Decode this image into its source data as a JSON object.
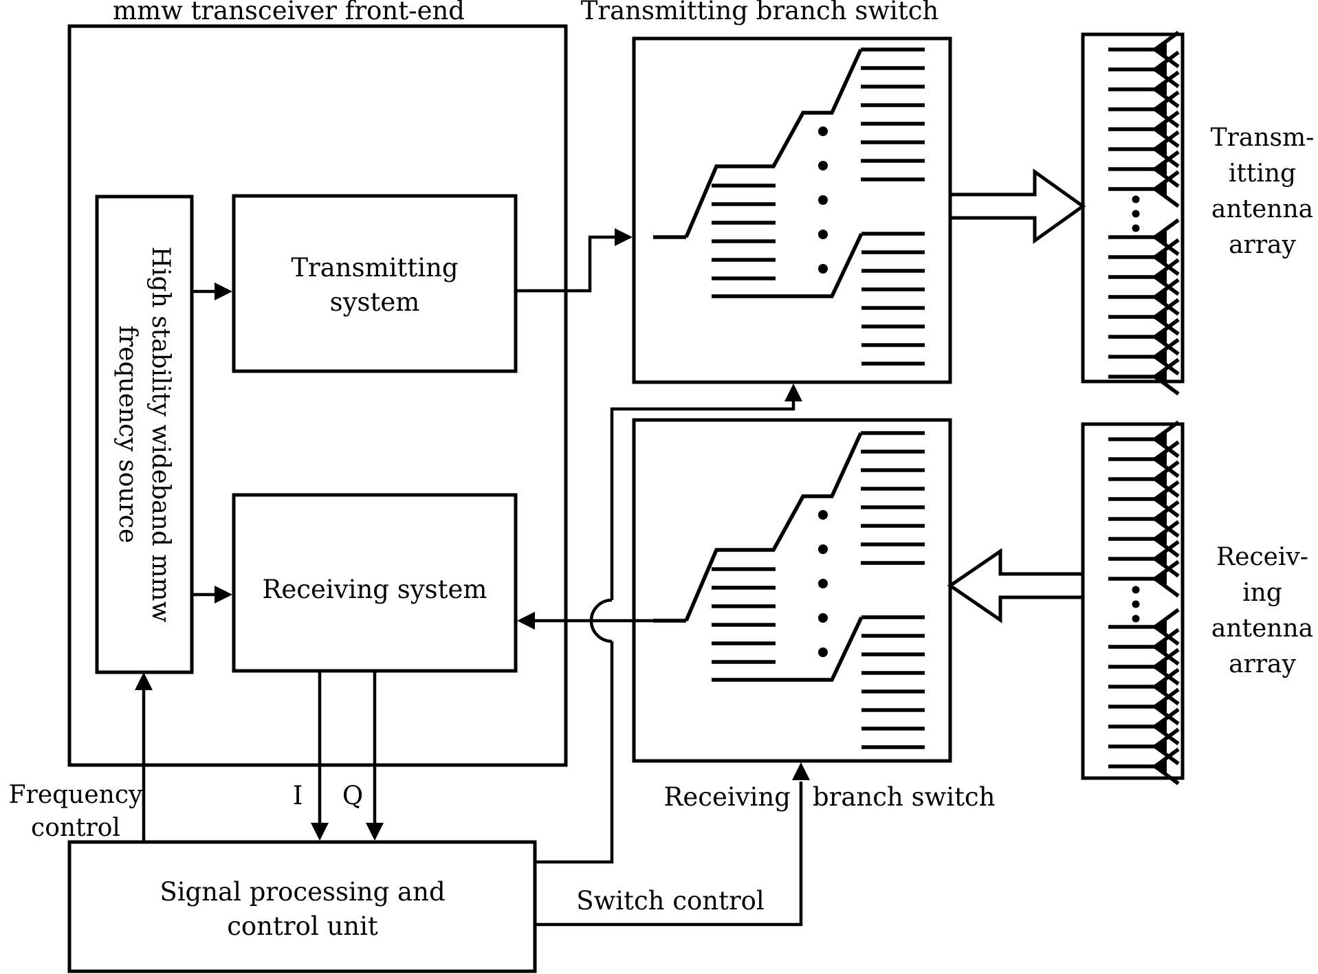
{
  "titles": {
    "front_end": "mmw transceiver front-end",
    "tx_branch_switch": "Transmitting branch switch",
    "rx_branch_switch_part1": "Receiving",
    "rx_branch_switch_part2": "branch switch"
  },
  "blocks": {
    "freq_source": {
      "line1": "High stability wideband mmw",
      "line2": "frequency source"
    },
    "tx_system": {
      "line1": "Transmitting",
      "line2": "system"
    },
    "rx_system": {
      "label": "Receiving system"
    },
    "signal_unit": {
      "line1": "Signal processing and",
      "line2": "control unit"
    }
  },
  "wire_labels": {
    "frequency_control_line1": "Frequency",
    "frequency_control_line2": "control",
    "i": "I",
    "q": "Q",
    "switch_control": "Switch control"
  },
  "antenna_labels": {
    "tx": [
      "Transm-",
      "itting",
      "antenna",
      "array"
    ],
    "rx": [
      "Receiv-",
      "ing",
      "antenna",
      "array"
    ]
  },
  "antenna_arrays": {
    "groups_per_array": 2,
    "elements_per_group": 8,
    "ellipsis_dots": 3
  },
  "switches": {
    "upper_contacts": 8,
    "mid_contacts": 6,
    "lower_contacts": 8,
    "ellipsis_dots": 5
  },
  "colors": {
    "ink": "#000000",
    "background": "#ffffff"
  }
}
